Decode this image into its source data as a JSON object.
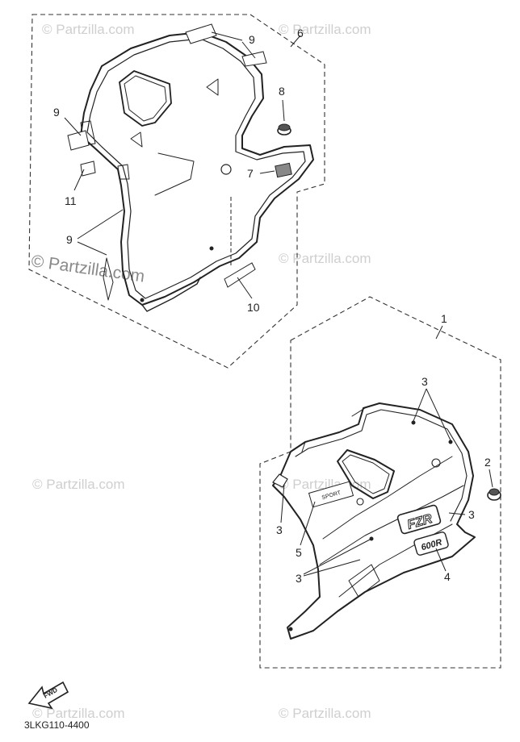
{
  "watermark": "© Partzilla.com",
  "diagram_code": "3LKG110-4400",
  "fwd_label": "FWD",
  "callouts": {
    "c1": "1",
    "c2": "2",
    "c3a": "3",
    "c3b": "3",
    "c3c": "3",
    "c3d": "3",
    "c4": "4",
    "c5": "5",
    "c6": "6",
    "c7": "7",
    "c8": "8",
    "c9a": "9",
    "c9b": "9",
    "c9c": "9",
    "c10": "10",
    "c11": "11"
  },
  "decal_texts": {
    "brand_small": "SPORT",
    "brand_main": "FZR",
    "model": "600R"
  },
  "colors": {
    "ink": "#222222",
    "watermark": "#c8c8c8"
  }
}
